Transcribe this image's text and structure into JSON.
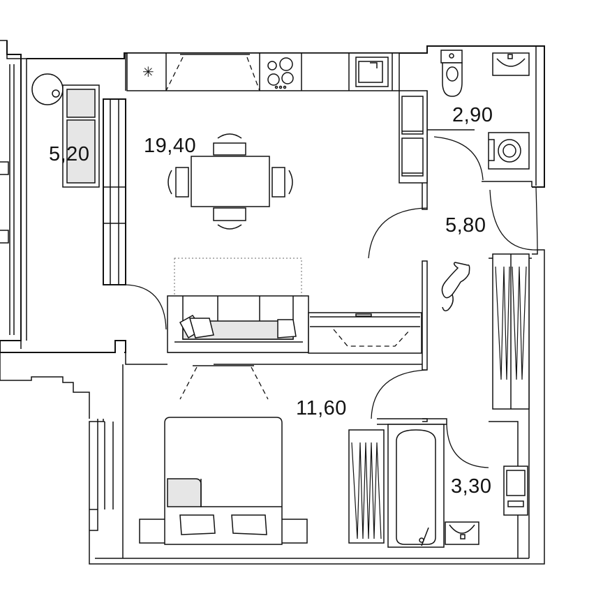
{
  "rooms": [
    {
      "id": "balcony",
      "area": "5,20"
    },
    {
      "id": "kitchen-living",
      "area": "19,40"
    },
    {
      "id": "wc",
      "area": "2,90"
    },
    {
      "id": "hallway",
      "area": "5,80"
    },
    {
      "id": "bedroom",
      "area": "11,60"
    },
    {
      "id": "bathroom",
      "area": "3,30"
    }
  ],
  "colors": {
    "line": "#111111",
    "fill": "#ffffff",
    "accent_fill": "#e6e6e6"
  }
}
